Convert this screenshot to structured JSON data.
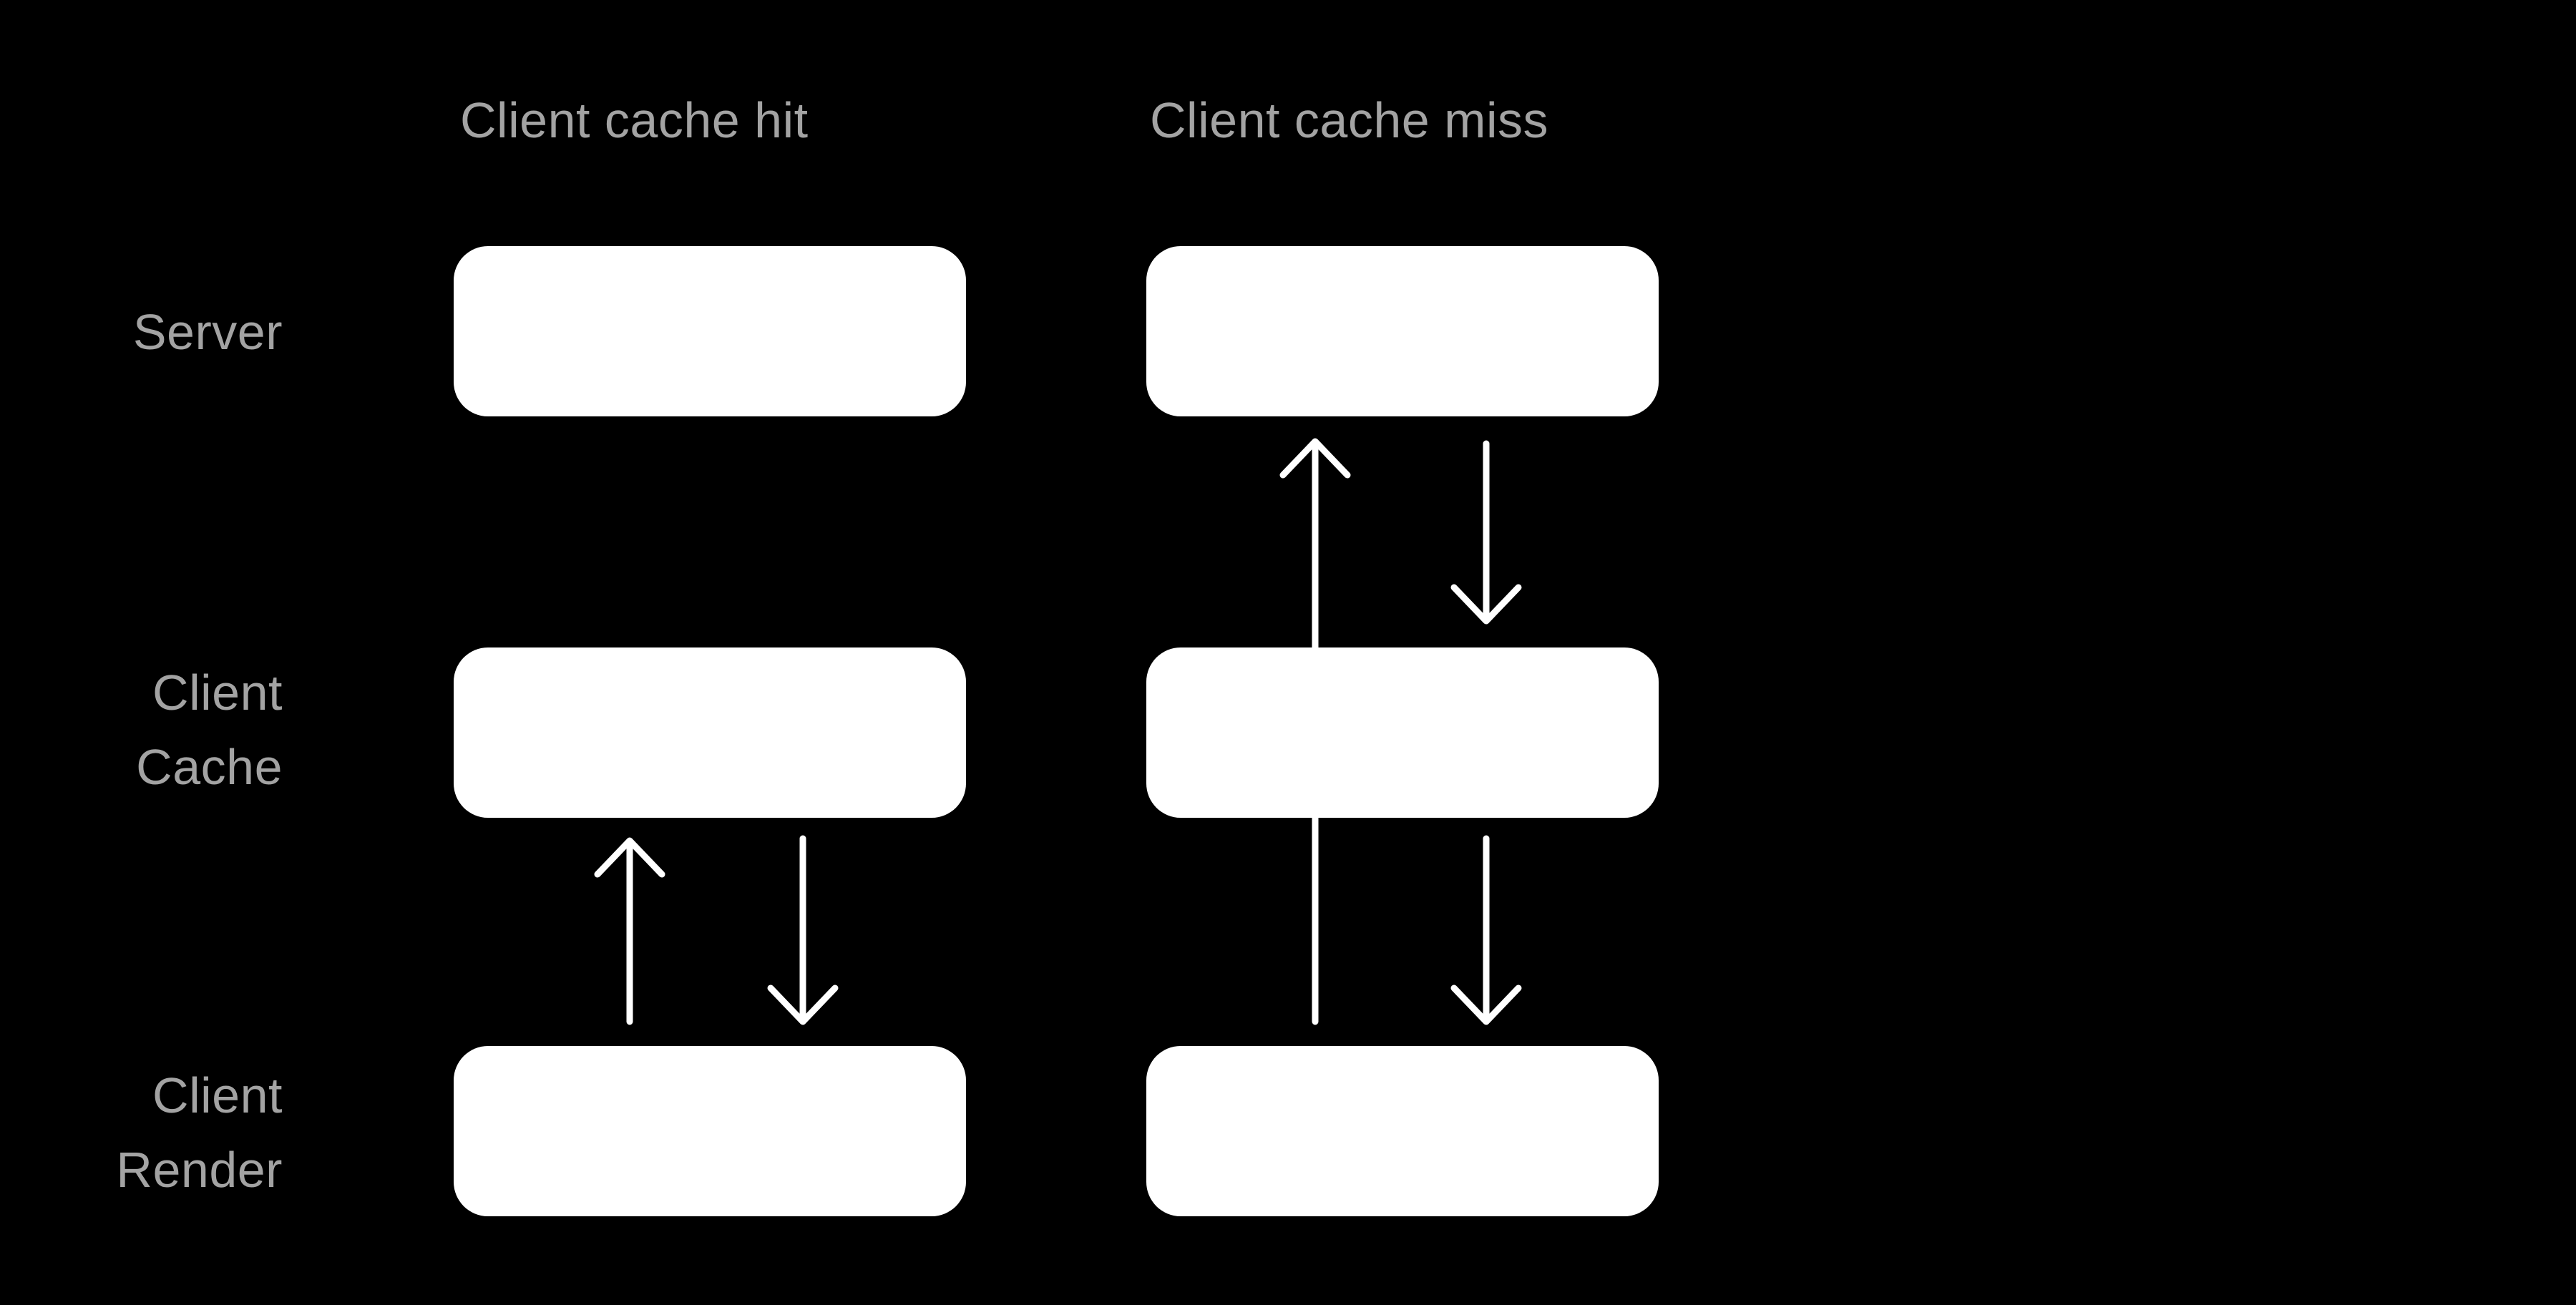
{
  "colors": {
    "background": "#000000",
    "box_fill": "#ffffff",
    "arrow": "#ffffff",
    "label_text": "#a3a3a3"
  },
  "headers": {
    "hit": "Client cache hit",
    "miss": "Client cache miss"
  },
  "row_labels": {
    "server": {
      "lines": [
        "Server"
      ]
    },
    "client_cache": {
      "lines": [
        "Client",
        "Cache"
      ]
    },
    "client_render": {
      "lines": [
        "Client",
        "Render"
      ]
    }
  },
  "diagram": {
    "rows": [
      "Server",
      "Client Cache",
      "Client Render"
    ],
    "columns": [
      {
        "header": "Client cache hit",
        "arrows": [
          {
            "from": "Client Render",
            "to": "Client Cache",
            "direction": "up"
          },
          {
            "from": "Client Cache",
            "to": "Client Render",
            "direction": "down"
          }
        ]
      },
      {
        "header": "Client cache miss",
        "arrows": [
          {
            "from": "Client Render",
            "to": "Server",
            "direction": "up"
          },
          {
            "from": "Server",
            "to": "Client Cache",
            "direction": "down"
          },
          {
            "from": "Client Cache",
            "to": "Client Render",
            "direction": "down"
          }
        ]
      }
    ]
  }
}
